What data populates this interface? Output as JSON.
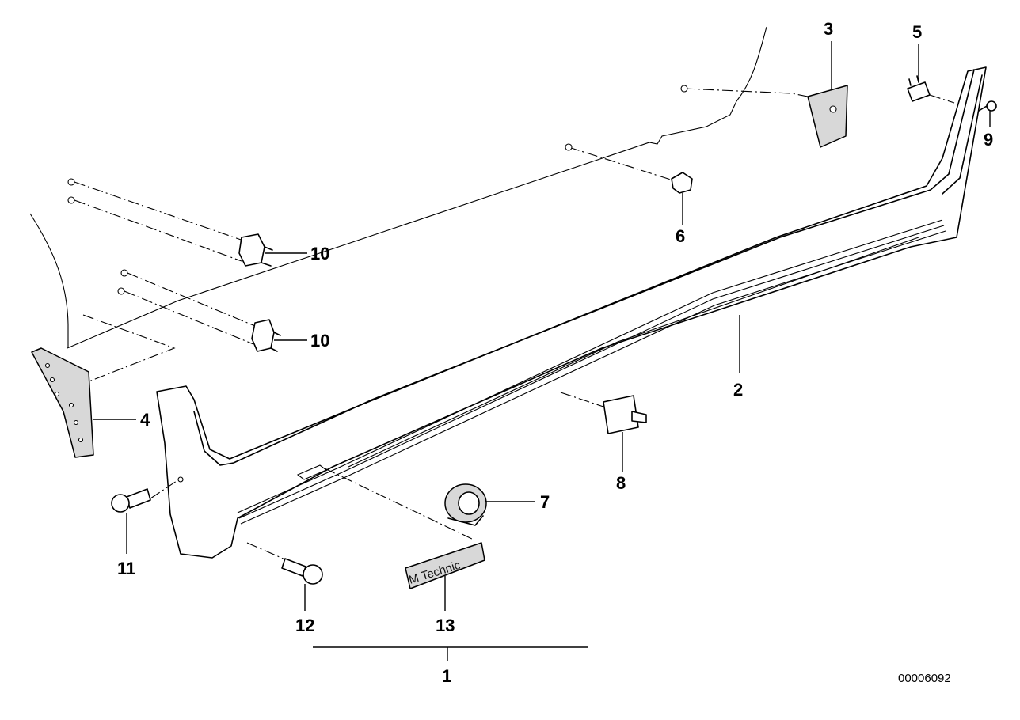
{
  "diagram": {
    "callouts": {
      "c1": "1",
      "c2": "2",
      "c3": "3",
      "c4": "4",
      "c5": "5",
      "c6": "6",
      "c7": "7",
      "c8": "8",
      "c9": "9",
      "c10a": "10",
      "c10b": "10",
      "c11": "11",
      "c12": "12",
      "c13": "13"
    },
    "emblem_text": "M Technic",
    "drawing_code": "00006092"
  }
}
